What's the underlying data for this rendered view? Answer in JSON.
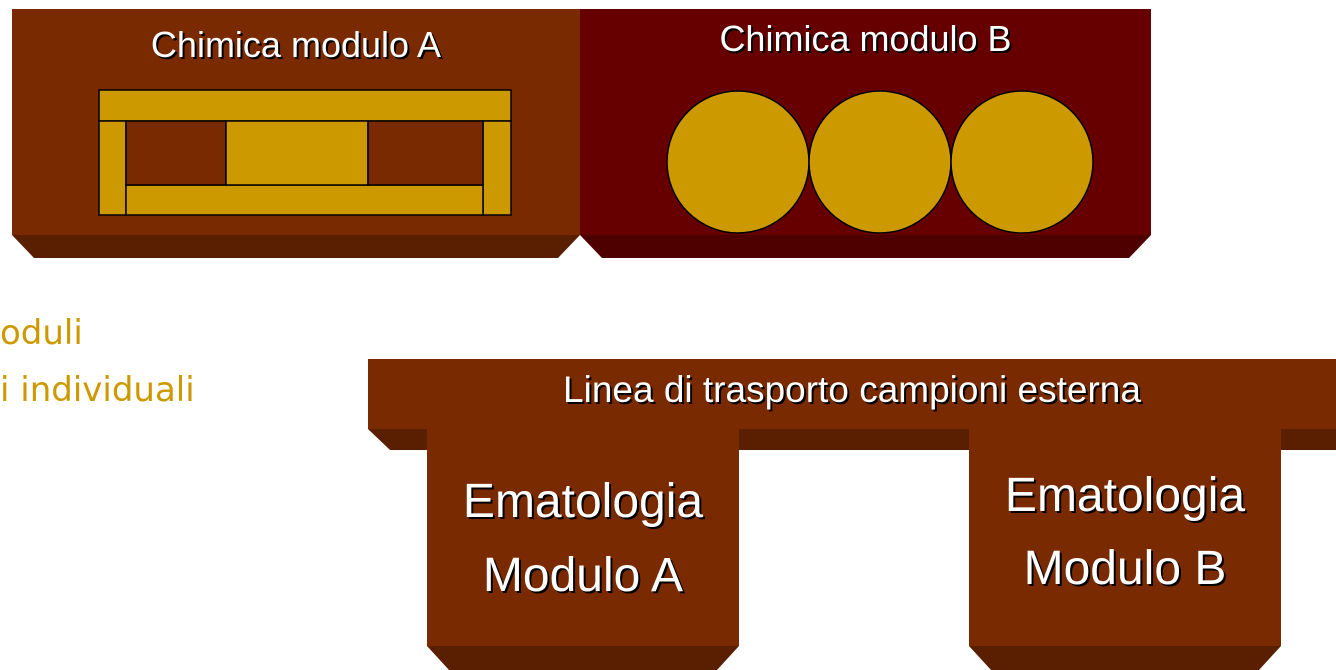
{
  "colors": {
    "brown": "#7A2A00",
    "brown_dark": "#5A1E00",
    "maroon": "#660000",
    "maroon_dark": "#4E0000",
    "gold": "#CC9900",
    "outline": "#000000",
    "side_text": "#CC9900"
  },
  "chemistry": {
    "module_a_label": "Chimica modulo A",
    "module_b_label": "Chimica modulo B"
  },
  "side_text": {
    "line1": "oduli",
    "line2": "i individuali"
  },
  "transport_line": {
    "label": "Linea di trasporto campioni esterna"
  },
  "hematology": {
    "module_a": {
      "line1": "Ematologia",
      "line2": "Modulo A"
    },
    "module_b": {
      "line1": "Ematologia",
      "line2": "Modulo B"
    }
  }
}
